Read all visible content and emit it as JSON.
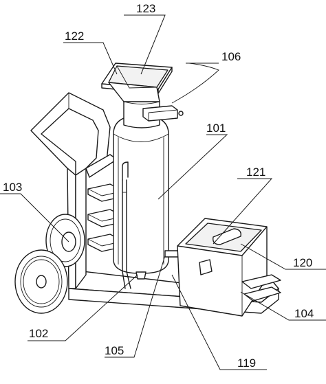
{
  "labels": {
    "l101": "101",
    "l102": "102",
    "l103": "103",
    "l104": "104",
    "l105": "105",
    "l106": "106",
    "l119": "119",
    "l120": "120",
    "l121": "121",
    "l122": "122",
    "l123": "123"
  }
}
